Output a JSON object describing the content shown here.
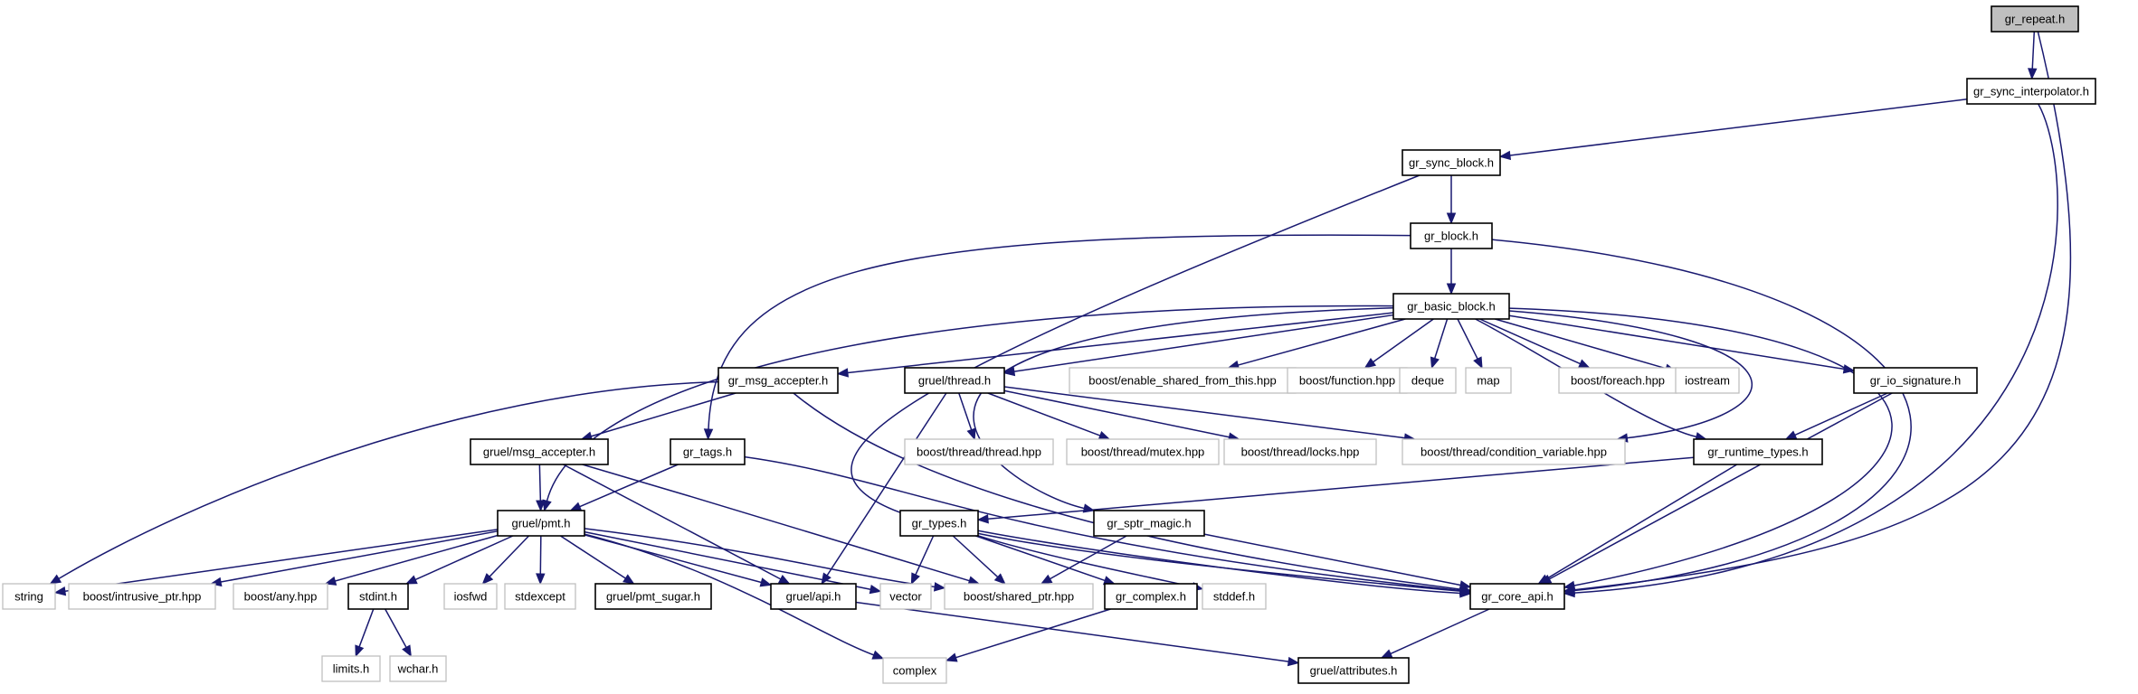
{
  "diagram": {
    "nodes": [
      {
        "id": "gr_repeat_h",
        "label": "gr_repeat.h",
        "kind": "root"
      },
      {
        "id": "gr_sync_interpolator_h",
        "label": "gr_sync_interpolator.h",
        "kind": "doc"
      },
      {
        "id": "gr_sync_block_h",
        "label": "gr_sync_block.h",
        "kind": "doc"
      },
      {
        "id": "gr_block_h",
        "label": "gr_block.h",
        "kind": "doc"
      },
      {
        "id": "gr_basic_block_h",
        "label": "gr_basic_block.h",
        "kind": "doc"
      },
      {
        "id": "gr_msg_accepter_h",
        "label": "gr_msg_accepter.h",
        "kind": "doc"
      },
      {
        "id": "gruel_thread_h",
        "label": "gruel/thread.h",
        "kind": "doc"
      },
      {
        "id": "boost_enable_shared",
        "label": "boost/enable_shared_from_this.hpp",
        "kind": "ext"
      },
      {
        "id": "boost_function",
        "label": "boost/function.hpp",
        "kind": "ext"
      },
      {
        "id": "deque",
        "label": "deque",
        "kind": "ext"
      },
      {
        "id": "map",
        "label": "map",
        "kind": "ext"
      },
      {
        "id": "boost_foreach",
        "label": "boost/foreach.hpp",
        "kind": "ext"
      },
      {
        "id": "iostream",
        "label": "iostream",
        "kind": "ext"
      },
      {
        "id": "gr_io_signature_h",
        "label": "gr_io_signature.h",
        "kind": "doc"
      },
      {
        "id": "gruel_msg_accepter_h",
        "label": "gruel/msg_accepter.h",
        "kind": "doc"
      },
      {
        "id": "gr_tags_h",
        "label": "gr_tags.h",
        "kind": "doc"
      },
      {
        "id": "boost_thread_thread",
        "label": "boost/thread/thread.hpp",
        "kind": "ext"
      },
      {
        "id": "boost_thread_mutex",
        "label": "boost/thread/mutex.hpp",
        "kind": "ext"
      },
      {
        "id": "boost_thread_locks",
        "label": "boost/thread/locks.hpp",
        "kind": "ext"
      },
      {
        "id": "boost_thread_cond",
        "label": "boost/thread/condition_variable.hpp",
        "kind": "ext"
      },
      {
        "id": "gr_runtime_types_h",
        "label": "gr_runtime_types.h",
        "kind": "doc"
      },
      {
        "id": "gruel_pmt_h",
        "label": "gruel/pmt.h",
        "kind": "doc"
      },
      {
        "id": "gr_types_h",
        "label": "gr_types.h",
        "kind": "doc"
      },
      {
        "id": "gr_sptr_magic_h",
        "label": "gr_sptr_magic.h",
        "kind": "doc"
      },
      {
        "id": "string",
        "label": "string",
        "kind": "ext"
      },
      {
        "id": "boost_intrusive_ptr",
        "label": "boost/intrusive_ptr.hpp",
        "kind": "ext"
      },
      {
        "id": "boost_any",
        "label": "boost/any.hpp",
        "kind": "ext"
      },
      {
        "id": "stdint_h",
        "label": "stdint.h",
        "kind": "doc"
      },
      {
        "id": "iosfwd",
        "label": "iosfwd",
        "kind": "ext"
      },
      {
        "id": "stdexcept",
        "label": "stdexcept",
        "kind": "ext"
      },
      {
        "id": "gruel_pmt_sugar_h",
        "label": "gruel/pmt_sugar.h",
        "kind": "doc"
      },
      {
        "id": "gruel_api_h",
        "label": "gruel/api.h",
        "kind": "doc"
      },
      {
        "id": "vector",
        "label": "vector",
        "kind": "ext"
      },
      {
        "id": "boost_shared_ptr",
        "label": "boost/shared_ptr.hpp",
        "kind": "ext"
      },
      {
        "id": "gr_complex_h",
        "label": "gr_complex.h",
        "kind": "doc"
      },
      {
        "id": "stddef_h",
        "label": "stddef.h",
        "kind": "ext"
      },
      {
        "id": "gr_core_api_h",
        "label": "gr_core_api.h",
        "kind": "doc"
      },
      {
        "id": "limits_h",
        "label": "limits.h",
        "kind": "ext"
      },
      {
        "id": "wchar_h",
        "label": "wchar.h",
        "kind": "ext"
      },
      {
        "id": "complex",
        "label": "complex",
        "kind": "ext"
      },
      {
        "id": "gruel_attributes_h",
        "label": "gruel/attributes.h",
        "kind": "doc"
      }
    ],
    "edges": [
      [
        "gr_repeat_h",
        "gr_sync_interpolator_h"
      ],
      [
        "gr_repeat_h",
        "gr_core_api_h"
      ],
      [
        "gr_sync_interpolator_h",
        "gr_sync_block_h"
      ],
      [
        "gr_sync_interpolator_h",
        "gr_core_api_h"
      ],
      [
        "gr_sync_block_h",
        "gr_block_h"
      ],
      [
        "gr_sync_block_h",
        "gr_core_api_h"
      ],
      [
        "gr_block_h",
        "gr_basic_block_h"
      ],
      [
        "gr_block_h",
        "gr_tags_h"
      ],
      [
        "gr_block_h",
        "gr_core_api_h"
      ],
      [
        "gr_basic_block_h",
        "gr_msg_accepter_h"
      ],
      [
        "gr_basic_block_h",
        "gruel_thread_h"
      ],
      [
        "gr_basic_block_h",
        "boost_enable_shared"
      ],
      [
        "gr_basic_block_h",
        "boost_function"
      ],
      [
        "gr_basic_block_h",
        "deque"
      ],
      [
        "gr_basic_block_h",
        "map"
      ],
      [
        "gr_basic_block_h",
        "boost_foreach"
      ],
      [
        "gr_basic_block_h",
        "iostream"
      ],
      [
        "gr_basic_block_h",
        "gr_io_signature_h"
      ],
      [
        "gr_basic_block_h",
        "gruel_pmt_h"
      ],
      [
        "gr_basic_block_h",
        "gr_sptr_magic_h"
      ],
      [
        "gr_basic_block_h",
        "gr_runtime_types_h"
      ],
      [
        "gr_basic_block_h",
        "boost_thread_cond"
      ],
      [
        "gr_basic_block_h",
        "gr_core_api_h"
      ],
      [
        "gr_msg_accepter_h",
        "gruel_msg_accepter_h"
      ],
      [
        "gr_msg_accepter_h",
        "string"
      ],
      [
        "gr_msg_accepter_h",
        "gr_core_api_h"
      ],
      [
        "gruel_thread_h",
        "boost_thread_thread"
      ],
      [
        "gruel_thread_h",
        "boost_thread_mutex"
      ],
      [
        "gruel_thread_h",
        "boost_thread_locks"
      ],
      [
        "gruel_thread_h",
        "boost_thread_cond"
      ],
      [
        "gruel_thread_h",
        "gruel_api_h"
      ],
      [
        "gr_io_signature_h",
        "gr_runtime_types_h"
      ],
      [
        "gr_io_signature_h",
        "gr_core_api_h"
      ],
      [
        "gruel_msg_accepter_h",
        "gruel_pmt_h"
      ],
      [
        "gruel_msg_accepter_h",
        "gruel_api_h"
      ],
      [
        "gruel_msg_accepter_h",
        "boost_shared_ptr"
      ],
      [
        "gr_tags_h",
        "gruel_pmt_h"
      ],
      [
        "gr_tags_h",
        "gr_core_api_h"
      ],
      [
        "gr_runtime_types_h",
        "gr_types_h"
      ],
      [
        "gr_runtime_types_h",
        "gr_core_api_h"
      ],
      [
        "gr_types_h",
        "vector"
      ],
      [
        "gr_types_h",
        "boost_shared_ptr"
      ],
      [
        "gr_types_h",
        "gr_complex_h"
      ],
      [
        "gr_types_h",
        "stddef_h"
      ],
      [
        "gr_types_h",
        "gr_core_api_h"
      ],
      [
        "gr_sptr_magic_h",
        "boost_shared_ptr"
      ],
      [
        "gr_sptr_magic_h",
        "gr_core_api_h"
      ],
      [
        "gruel_pmt_h",
        "string"
      ],
      [
        "gruel_pmt_h",
        "boost_intrusive_ptr"
      ],
      [
        "gruel_pmt_h",
        "boost_any"
      ],
      [
        "gruel_pmt_h",
        "stdint_h"
      ],
      [
        "gruel_pmt_h",
        "iosfwd"
      ],
      [
        "gruel_pmt_h",
        "stdexcept"
      ],
      [
        "gruel_pmt_h",
        "gruel_pmt_sugar_h"
      ],
      [
        "gruel_pmt_h",
        "gruel_api_h"
      ],
      [
        "gruel_pmt_h",
        "vector"
      ],
      [
        "gruel_pmt_h",
        "boost_shared_ptr"
      ],
      [
        "gruel_pmt_h",
        "complex"
      ],
      [
        "stdint_h",
        "limits_h"
      ],
      [
        "stdint_h",
        "wchar_h"
      ],
      [
        "gr_complex_h",
        "complex"
      ],
      [
        "gruel_api_h",
        "gruel_attributes_h"
      ],
      [
        "gr_core_api_h",
        "gruel_attributes_h"
      ]
    ]
  }
}
